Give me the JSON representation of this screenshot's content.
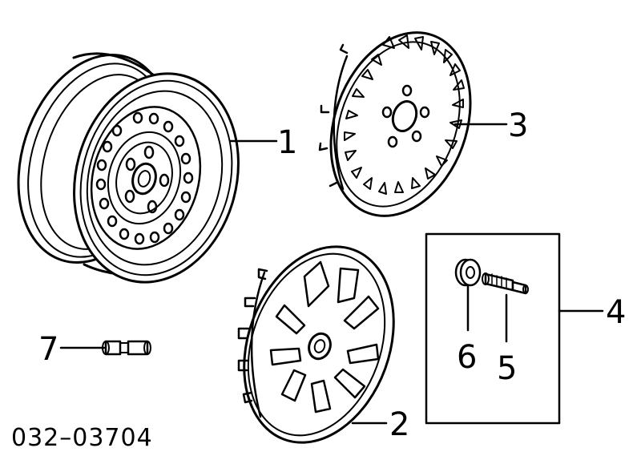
{
  "callouts": {
    "wheel": "1",
    "wheel_cap": "2",
    "wheel_cover": "3",
    "valve_kit": "4",
    "valve": "5",
    "valve_grommet": "6",
    "wheel_nut": "7"
  },
  "diagram_code": "032–03704"
}
